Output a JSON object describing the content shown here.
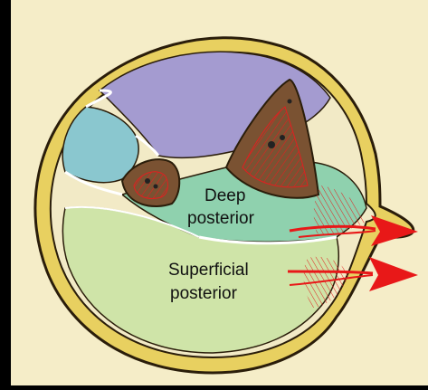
{
  "figure": {
    "labels": {
      "deep_line1": "Deep",
      "deep_line2": "posterior",
      "superficial_line1": "Superficial",
      "superficial_line2": "posterior"
    }
  },
  "colors": {
    "frame": "#000000",
    "background": "#f5edc8",
    "skin_outline": "#2a1d0a",
    "subcutaneous_fat": "#e8d060",
    "anterior_compartment": "#a49bd0",
    "lateral_compartment": "#8ac7cf",
    "deep_posterior_compartment": "#8fd1ae",
    "superficial_posterior_compartment": "#cfe4a8",
    "bone": "#7a5232",
    "marrow": "#e02020",
    "arrow": "#e81818"
  }
}
